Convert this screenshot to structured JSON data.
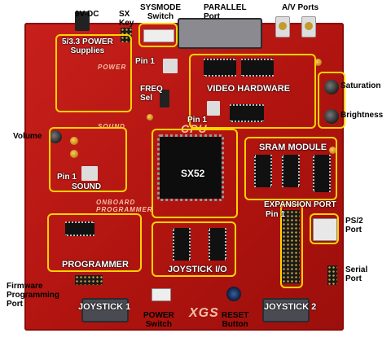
{
  "labels": {
    "vdc": "9V-DC",
    "sx_key": "SX\nKey",
    "sysmode_switch": "SYSMODE\nSwitch",
    "parallel_port": "PARALLEL\nPort",
    "av_ports": "A/V Ports",
    "power_supplies": "5/3.3 POWER\nSupplies",
    "pin1_power": "Pin 1",
    "video_hardware": "VIDEO HARDWARE",
    "saturation": "Saturation",
    "freq_sel": "FREQ\nSel",
    "pin1_video": "Pin 1",
    "brightness": "Brightness",
    "volume": "Volume",
    "sx52": "SX52",
    "sram_module": "SRAM MODULE",
    "pin1_sound": "Pin 1",
    "sound": "SOUND",
    "expansion_port": "EXPANSION PORT",
    "pin1_expansion": "Pin 1",
    "ps2_port": "PS/2\nPort",
    "programmer": "PROGRAMMER",
    "joystick_io": "JOYSTICK I/O",
    "serial_port": "Serial\nPort",
    "firmware_port": "Firmware\nProgramming\nPort",
    "joystick1": "JOYSTICK 1",
    "joystick2": "JOYSTICK 2",
    "power_switch": "POWER\nSwitch",
    "reset_button": "RESET\nButton"
  },
  "silkscreen": {
    "power": "POWER",
    "cpu": "CPU",
    "sound": "SOUND",
    "onboard_programmer": "ONBOARD\nPROGRAMMER",
    "xgs": "XGS"
  },
  "colors": {
    "board": "#b8160f",
    "highlight": "#ffd200",
    "callout_text": "#000000"
  }
}
